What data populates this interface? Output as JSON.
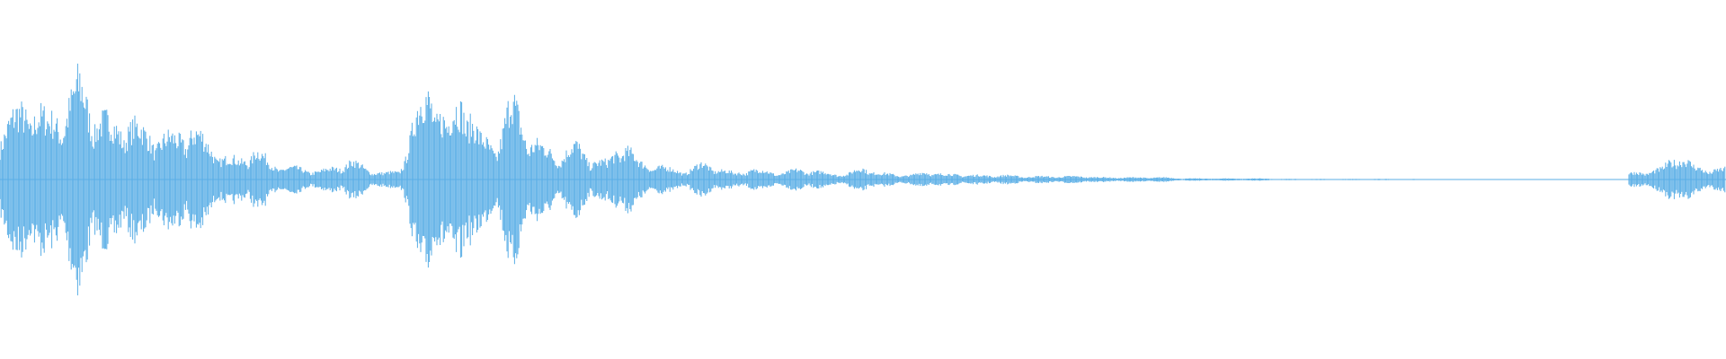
{
  "waveform": {
    "color": "#5aaee6",
    "background": "#ffffff",
    "description_type": "audio-waveform",
    "envelope": [
      0.5,
      0.62,
      0.78,
      0.55,
      0.7,
      0.95,
      0.66,
      0.52,
      0.58,
      0.46,
      0.42,
      0.4,
      0.52,
      0.34,
      0.22,
      0.18,
      0.3,
      0.14,
      0.12,
      0.1,
      0.08,
      0.12,
      0.18,
      0.1,
      0.06,
      0.08,
      0.62,
      0.96,
      0.5,
      0.9,
      0.4,
      0.32,
      0.78,
      0.46,
      0.3,
      0.24,
      0.34,
      0.2,
      0.16,
      0.38,
      0.16,
      0.14,
      0.1,
      0.08,
      0.16,
      0.1,
      0.06,
      0.1,
      0.08,
      0.06,
      0.1,
      0.08,
      0.06,
      0.05,
      0.12,
      0.06,
      0.05,
      0.04,
      0.08,
      0.05,
      0.05,
      0.04,
      0.04,
      0.04,
      0.03,
      0.03,
      0.03,
      0.03,
      0.03,
      0.02,
      0.02,
      0.02,
      0.02,
      0.02,
      0.01,
      0.01,
      0.01,
      0.01,
      0.01,
      0.01,
      0.005,
      0.005,
      0.005,
      0.005,
      0.005,
      0.005,
      0.005,
      0.005,
      0.004,
      0.004,
      0.004,
      0.004,
      0.003,
      0.003,
      0.003,
      0.003,
      0.003,
      0.003,
      0.002,
      0.0,
      0.0,
      0.0,
      0.06,
      0.08,
      0.1,
      0.26,
      0.12,
      0.1
    ]
  }
}
